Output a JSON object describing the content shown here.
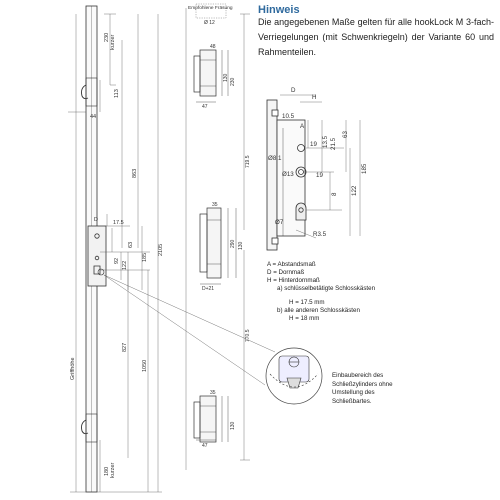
{
  "hint": {
    "title": "Hinweis",
    "body": "Die angegebenen Maße gelten für alle hookLock M 3-fach-Verriegelungen (mit Schwenkriegeln) der Variante 60 und Rahmenteilen."
  },
  "legend": {
    "a_line": "A = Abstandsmaß",
    "d_line": "D = Dornmaß",
    "h_line": "H = Hinterdornmaß",
    "a_item": "a)  schlüsselbetätigte Schlosskästen",
    "h_value_a": "H = 17.5 mm",
    "b_item": "b)  alle anderen Schlosskästen",
    "h_value_b": "H = 18 mm"
  },
  "install_note": "Einbaubereich des Schließzylinders ohne Umstellung des Schließbartes.",
  "drawing": {
    "recommended_milling": "Empfohlene Fräsung",
    "milling_dim": "Ø 12",
    "dims": {
      "top_hook_230": "230",
      "top_hook_kurzer": "kurzer",
      "d113": "113",
      "d44": "44",
      "d863": "863",
      "d2105": "2105",
      "d17_5": "17.5",
      "d63": "63",
      "d92": "92",
      "d122": "122",
      "d185": "185",
      "d827": "827",
      "d1050": "1050",
      "griffhoehe": "Griffhöhe",
      "bottom_hook_180": "180",
      "bottom_hook_kurzer": "kurzer",
      "keeper_top_230": "230",
      "keeper_top_130": "130",
      "keeper_top_48": "48",
      "keeper_top_47": "47",
      "keeper_mid_35": "35",
      "keeper_mid_290": "290",
      "keeper_mid_130": "130",
      "keeper_mid_d21": "D+21",
      "keeper_bot_35": "35",
      "keeper_bot_130": "130",
      "keeper_bot_47": "47",
      "d719_5": "719.5",
      "d770_5": "770.5",
      "lock_D": "D",
      "lock_H": "H",
      "lock_10_5": "10.5",
      "lock_A": "A",
      "lock_19": "19",
      "lock_13_5": "13.5",
      "lock_21_5": "21.5",
      "lock_63": "63",
      "lock_phi8_1": "Ø8.1",
      "lock_phi13": "Ø13",
      "lock_19b": "19",
      "lock_8": "8",
      "lock_phi7": "Ø7",
      "lock_185": "185",
      "lock_122": "122",
      "lock_r3_5": "R3.5",
      "lock_D2": "D"
    }
  }
}
